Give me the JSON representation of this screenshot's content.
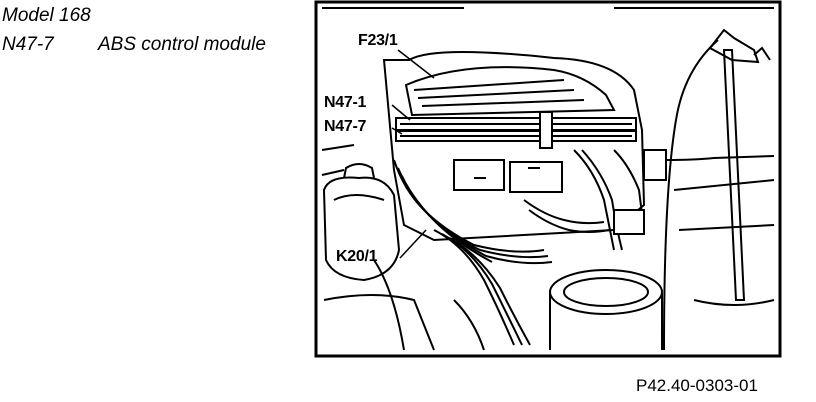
{
  "caption": {
    "model": "Model 168",
    "component_code": "N47-7",
    "component_name": "ABS control module"
  },
  "figure": {
    "labels": {
      "f23": "F23/1",
      "n47_1": "N47-1",
      "n47_7": "N47-7",
      "k20": "K20/1"
    }
  },
  "reference": "P42.40-0303-01"
}
